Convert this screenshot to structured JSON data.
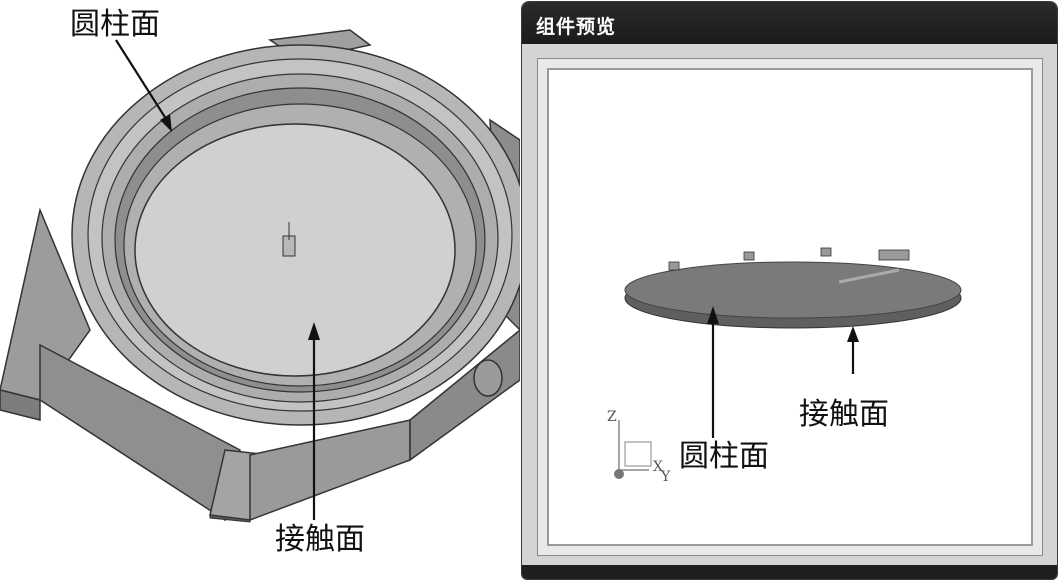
{
  "left_view": {
    "label_cylinder": "圆柱面",
    "label_contact": "接触面"
  },
  "preview_window": {
    "title": "组件预览",
    "label_contact": "接触面",
    "label_cylinder": "圆柱面",
    "axes": {
      "z": "Z",
      "x": "X",
      "y": "Y"
    }
  },
  "colors": {
    "title_bar": "#1e1e1e",
    "title_text": "#ffffff",
    "part_fill": "#a8a8a8",
    "disc_fill": "#5f5f5f"
  }
}
